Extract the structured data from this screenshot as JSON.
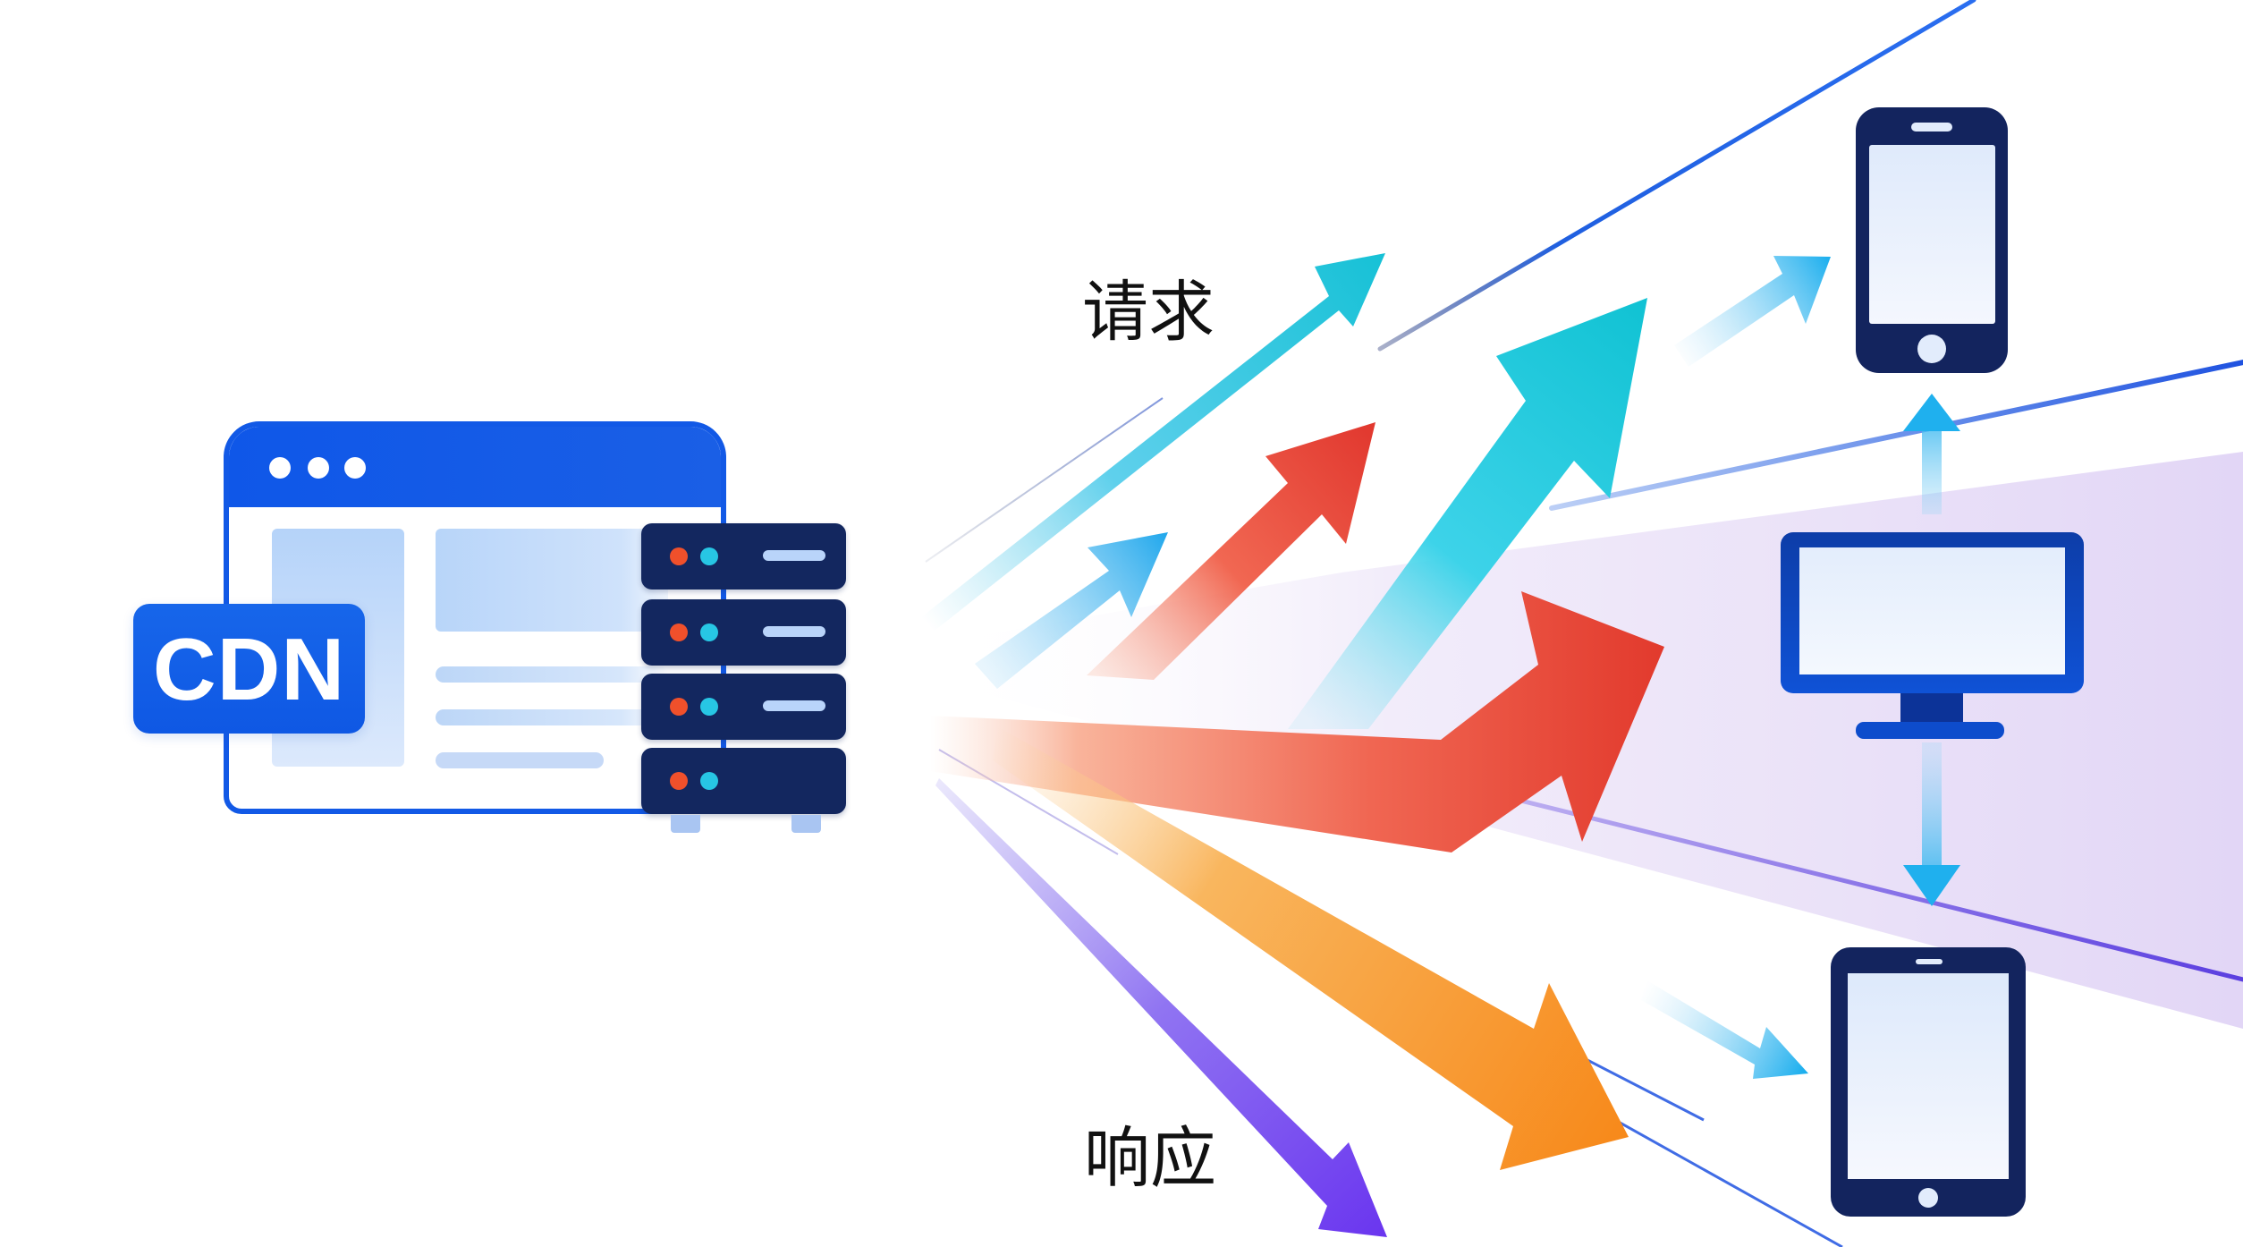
{
  "diagram": {
    "title_badge": "CDN",
    "labels": {
      "request": "请求",
      "response": "响应"
    },
    "nodes": {
      "origin": {
        "type": "browser-window-with-server-stack",
        "badge": "CDN",
        "server_units": 4
      },
      "clients": [
        {
          "type": "smartphone",
          "name": "phone"
        },
        {
          "type": "desktop-monitor",
          "name": "monitor"
        },
        {
          "type": "tablet",
          "name": "tablet"
        }
      ]
    },
    "colors": {
      "brand_blue": "#1259e6",
      "navy": "#13245e",
      "server_navy": "#13275f",
      "cyan": "#17c4d8",
      "sky_blue": "#22aee9",
      "red": "#e5392b",
      "orange": "#f7901e",
      "purple": "#6d3aef",
      "line_blue": "#1f5fe0",
      "line_purple": "#5b3fe0",
      "wedge_lavender": "#e6dcf7",
      "led_red": "#f0502b",
      "led_cyan": "#27c6e4"
    },
    "arrows": [
      {
        "name": "request-arrow-thin-cyan",
        "color": "cyan",
        "direction": "up-right"
      },
      {
        "name": "request-arrow-small-blue",
        "color": "sky_blue",
        "direction": "up-right"
      },
      {
        "name": "request-arrow-red",
        "color": "red",
        "direction": "up-right"
      },
      {
        "name": "request-arrow-large-cyan",
        "color": "cyan",
        "direction": "up-right"
      },
      {
        "name": "to-phone-arrow",
        "color": "sky_blue",
        "direction": "up-right"
      },
      {
        "name": "main-red-arrow",
        "color": "red",
        "direction": "right"
      },
      {
        "name": "response-arrow-orange",
        "color": "orange",
        "direction": "down-right"
      },
      {
        "name": "response-arrow-purple",
        "color": "purple",
        "direction": "down-right"
      },
      {
        "name": "to-tablet-arrow",
        "color": "sky_blue",
        "direction": "down-right"
      },
      {
        "name": "monitor-to-phone-arrow",
        "color": "sky_blue",
        "direction": "up"
      },
      {
        "name": "monitor-to-tablet-arrow",
        "color": "sky_blue",
        "direction": "down"
      }
    ]
  }
}
